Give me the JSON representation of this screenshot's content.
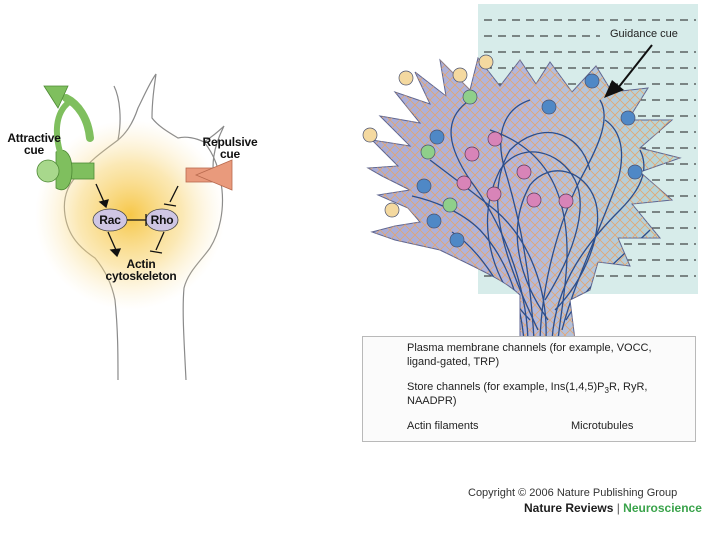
{
  "left_panel": {
    "attractive_line1": "Attractive",
    "attractive_line2": "cue",
    "repulsive_line1": "Repulsive",
    "repulsive_line2": "cue",
    "rac": "Rac",
    "rho": "Rho",
    "actin_line1": "Actin",
    "actin_line2": "cytoskeleton"
  },
  "right_panel": {
    "guidance_cue": "Guidance cue"
  },
  "legend": {
    "plasma_line1": "Plasma membrane channels (for example, VOCC,",
    "plasma_line2": "ligand-gated, TRP)",
    "store_line1_pre": "Store channels (for example, Ins(1,4,5)P",
    "store_line1_sub": "3",
    "store_line1_post": "R, RyR,",
    "store_line2": "NAADPR)",
    "actin": "Actin filaments",
    "microtubules": "Microtubules"
  },
  "footer": {
    "copyright": "Copyright © 2006 Nature Publishing Group",
    "journal": "Nature Reviews",
    "separator": " | ",
    "section": "Neuroscience"
  },
  "colors": {
    "blue_channel": "#4f88c6",
    "yellow_channel": "#f4d9a0",
    "green_channel": "#8fcf8a",
    "store_channel": "#d884b8",
    "actin": "#e8a365",
    "microtubule": "#2c4e8c",
    "cue_green": "#7fbf5e",
    "cue_salmon": "#e99a7c",
    "gradient_yellow": "#f6c43e"
  }
}
